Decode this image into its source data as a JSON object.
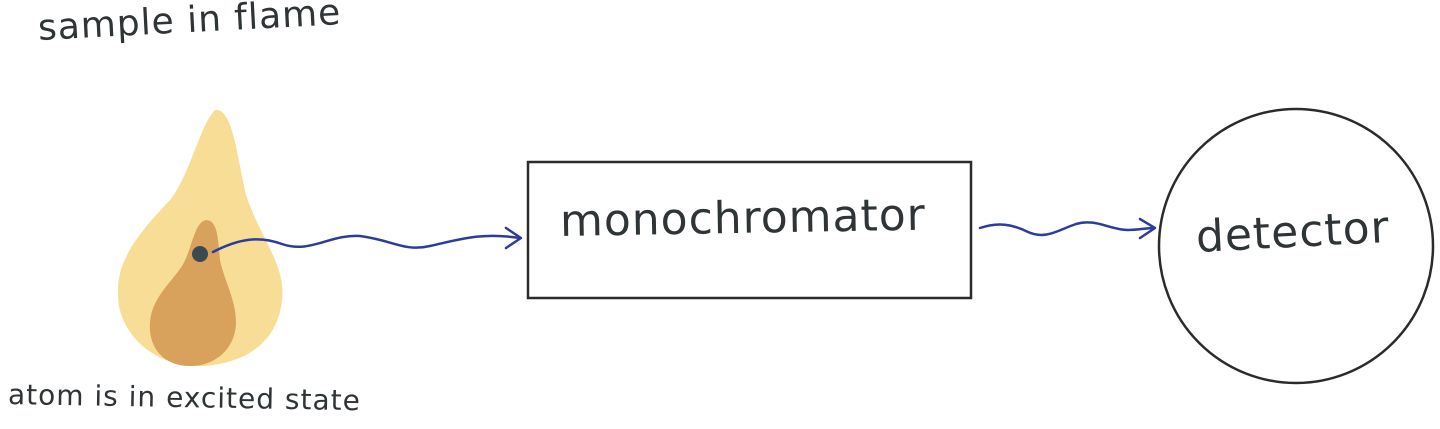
{
  "labels": {
    "top": "sample in flame",
    "bottom": "atom  is in excited state",
    "box": "monochromator",
    "detector": "detector"
  },
  "colors": {
    "flame_outer": "#f7dd95",
    "flame_inner": "#d9a25c",
    "atom": "#3b4a52",
    "arrow": "#2e3b9e",
    "stroke": "#2b2b2b",
    "text": "#2f3437"
  }
}
